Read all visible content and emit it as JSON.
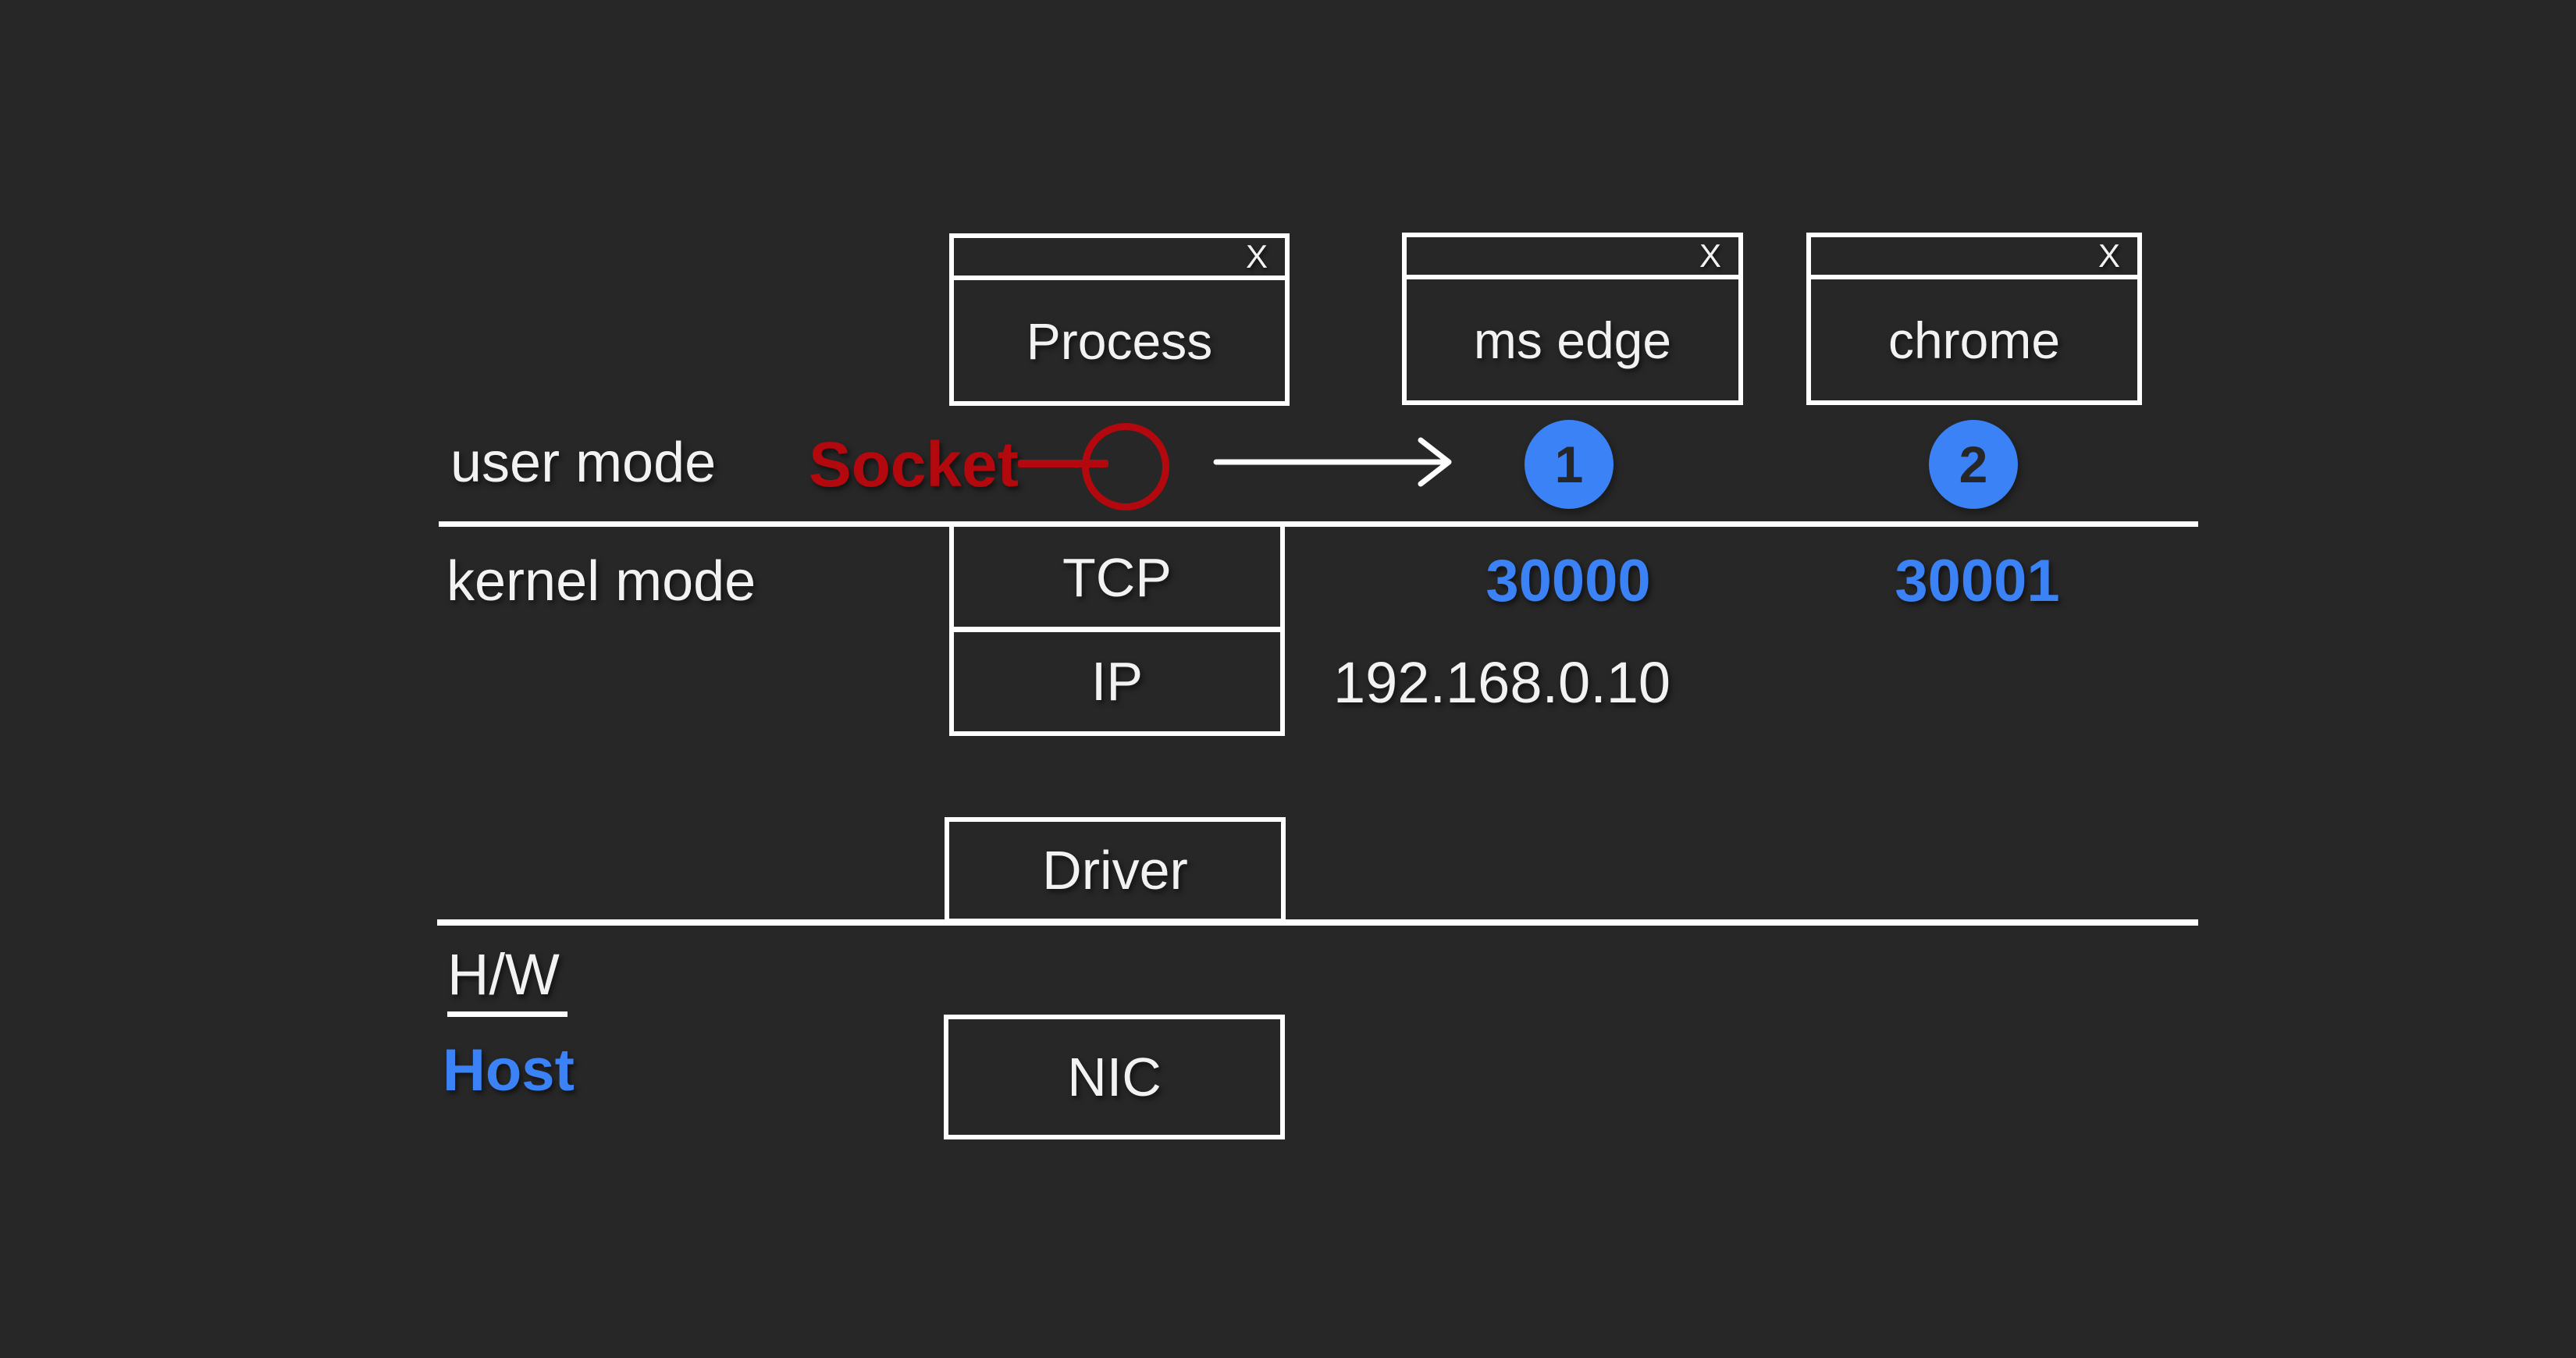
{
  "colors": {
    "background": "#272727",
    "text": "#f2f2f2",
    "line": "#ffffff",
    "accent_blue": "#3b82f6",
    "accent_red": "#b3090e",
    "badge_number": "#272727"
  },
  "windows": [
    {
      "title": "Process",
      "close": "X"
    },
    {
      "title": "ms edge",
      "close": "X"
    },
    {
      "title": "chrome",
      "close": "X"
    }
  ],
  "layers": {
    "user_mode": "user mode",
    "kernel_mode": "kernel mode",
    "hardware": "H/W",
    "host": "Host"
  },
  "socket": {
    "label": "Socket"
  },
  "protocol_boxes": {
    "tcp": "TCP",
    "ip": "IP",
    "driver": "Driver",
    "nic": "NIC"
  },
  "ports": [
    {
      "badge": "1",
      "number": "30000"
    },
    {
      "badge": "2",
      "number": "30001"
    }
  ],
  "ip_address": "192.168.0.10"
}
